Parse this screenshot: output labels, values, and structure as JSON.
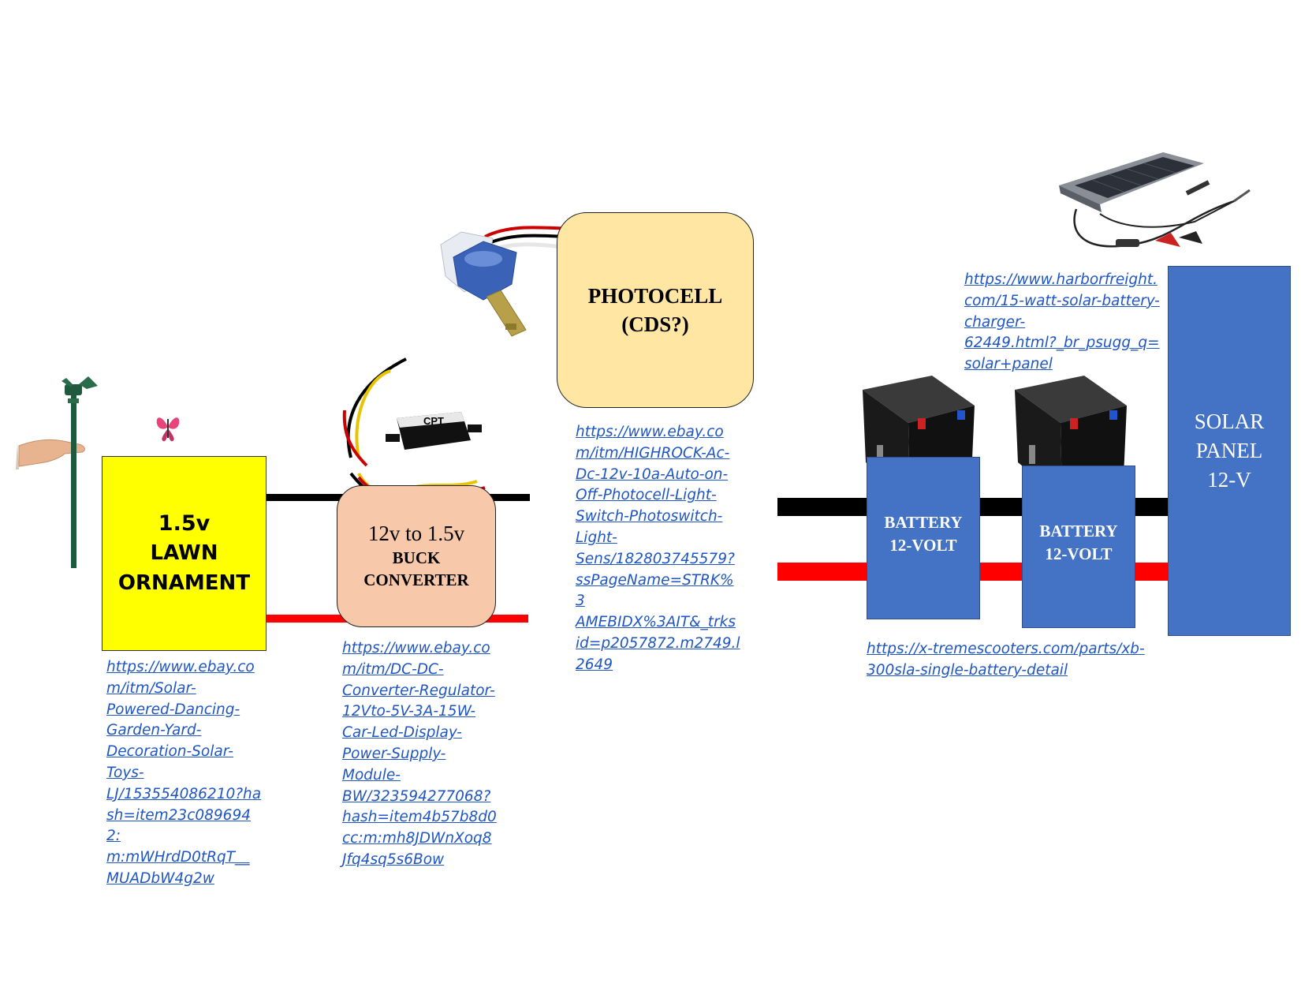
{
  "diagram": {
    "lawn_ornament": {
      "line1": "1.5v",
      "line2": "LAWN",
      "line3": "ORNAMENT"
    },
    "buck_converter": {
      "line1": "12v to 1.5v",
      "line2": "BUCK",
      "line3": "CONVERTER",
      "module_label": "CPT"
    },
    "photocell": {
      "line1": "PHOTOCELL",
      "line2": "(CDS?)"
    },
    "battery_1": {
      "line1": "BATTERY",
      "line2": "12-VOLT"
    },
    "battery_2": {
      "line1": "BATTERY",
      "line2": "12-VOLT"
    },
    "solar_panel": {
      "line1": "SOLAR",
      "line2": "PANEL",
      "line3": "12-V"
    },
    "wire_colors": {
      "negative": "#000000",
      "positive": "#ff0000"
    },
    "colors": {
      "lawn_fill": "#ffff00",
      "buck_fill": "#f7c8a9",
      "photocell_fill": "#ffe6a3",
      "battery_fill": "#4472c4",
      "solar_fill": "#4472c4",
      "link": "#1f56c4"
    }
  },
  "links": {
    "lawn_ornament": "https://www.ebay.co\nm/itm/Solar-\nPowered-Dancing-\nGarden-Yard-\nDecoration-Solar-\nToys-\nLJ/153554086210?ha\nsh=item23c0896942:\nm:mWHrdD0tRqT__\nMUADbW4g2w",
    "buck_converter": "https://www.ebay.co\nm/itm/DC-DC-\nConverter-Regulator-\n12Vto-5V-3A-15W-\nCar-Led-Display-\nPower-Supply-\nModule-\nBW/323594277068?\nhash=item4b57b8d0\ncc:m:mh8JDWnXoq8\nJfq4sq5s6Bow",
    "photocell": "https://www.ebay.co\nm/itm/HIGHROCK-Ac-\nDc-12v-10a-Auto-on-\nOff-Photocell-Light-\nSwitch-Photoswitch-\nLight-\nSens/182803745579?\nssPageName=STRK%3\nAMEBIDX%3AIT&_trks\nid=p2057872.m2749.l\n2649",
    "solar_panel": "https://www.harborfreight.\ncom/15-watt-solar-battery-\ncharger-\n62449.html?_br_psugg_q=\nsolar+panel",
    "battery": "https://x-tremescooters.com/parts/xb-\n300sla-single-battery-detail"
  }
}
